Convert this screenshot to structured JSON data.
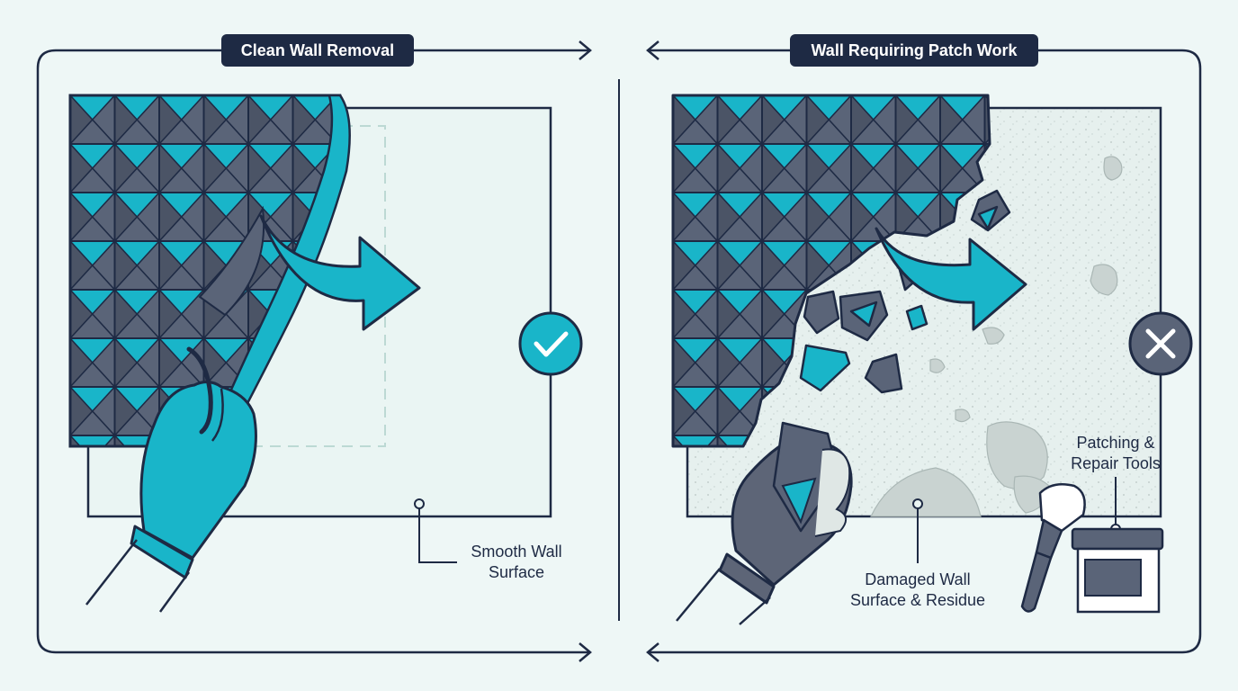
{
  "panels": {
    "left": {
      "title": "Clean Wall Removal",
      "status_icon": "checkmark-icon",
      "callout_lines": [
        "Smooth Wall",
        "Surface"
      ]
    },
    "right": {
      "title": "Wall Requiring Patch Work",
      "status_icon": "x-mark-icon",
      "callout_damage_lines": [
        "Damaged Wall",
        "Surface & Residue"
      ],
      "callout_tools_lines": [
        "Patching &",
        "Repair Tools"
      ]
    }
  },
  "colors": {
    "navy": "#1e2a44",
    "teal": "#19b5c9",
    "tile_gray": "#5a6478",
    "background": "#eef7f6",
    "wall": "#eaf5f3",
    "glove_gray": "#5d6577"
  }
}
